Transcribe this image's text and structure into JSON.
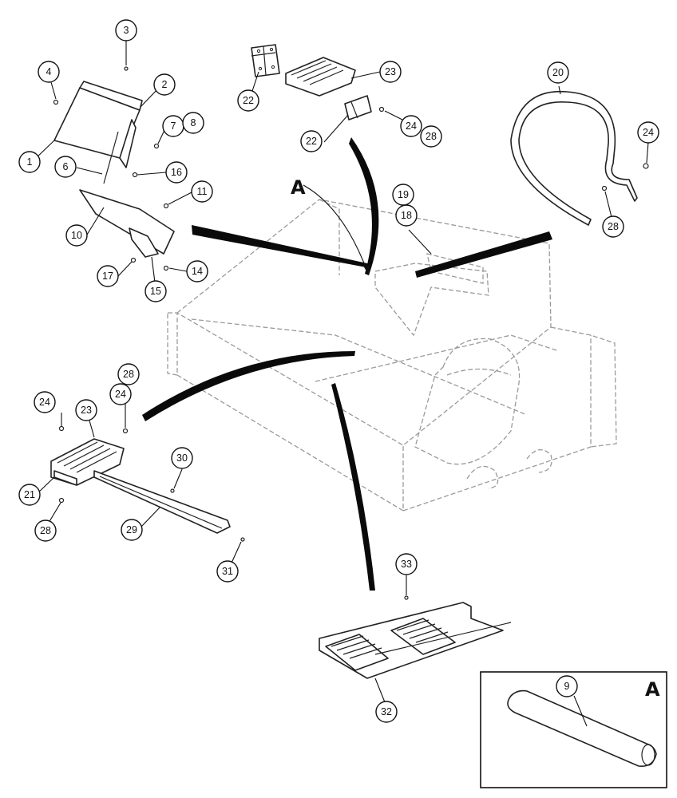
{
  "callouts": [
    {
      "id": "c1",
      "label": "1"
    },
    {
      "id": "c2",
      "label": "2"
    },
    {
      "id": "c3",
      "label": "3"
    },
    {
      "id": "c4",
      "label": "4"
    },
    {
      "id": "c6",
      "label": "6"
    },
    {
      "id": "c7",
      "label": "7"
    },
    {
      "id": "c8",
      "label": "8"
    },
    {
      "id": "c10",
      "label": "10"
    },
    {
      "id": "c11",
      "label": "11"
    },
    {
      "id": "c14",
      "label": "14"
    },
    {
      "id": "c15",
      "label": "15"
    },
    {
      "id": "c16",
      "label": "16"
    },
    {
      "id": "c17",
      "label": "17"
    },
    {
      "id": "c18",
      "label": "18"
    },
    {
      "id": "c19",
      "label": "19"
    },
    {
      "id": "c20",
      "label": "20"
    },
    {
      "id": "c22a",
      "label": "22"
    },
    {
      "id": "c22b",
      "label": "22"
    },
    {
      "id": "c23a",
      "label": "23"
    },
    {
      "id": "c24a",
      "label": "24"
    },
    {
      "id": "c28a",
      "label": "28"
    },
    {
      "id": "c24b",
      "label": "24"
    },
    {
      "id": "c28b",
      "label": "28"
    },
    {
      "id": "c28c",
      "label": "28"
    },
    {
      "id": "c24c",
      "label": "24"
    },
    {
      "id": "c24d",
      "label": "24"
    },
    {
      "id": "c23b",
      "label": "23"
    },
    {
      "id": "c21",
      "label": "21"
    },
    {
      "id": "c28d",
      "label": "28"
    },
    {
      "id": "c30",
      "label": "30"
    },
    {
      "id": "c29",
      "label": "29"
    },
    {
      "id": "c31",
      "label": "31"
    },
    {
      "id": "c33",
      "label": "33"
    },
    {
      "id": "c32",
      "label": "32"
    },
    {
      "id": "c9",
      "label": "9"
    }
  ],
  "labels": {
    "detail_letter_main": "A",
    "detail_letter_inset": "A"
  }
}
